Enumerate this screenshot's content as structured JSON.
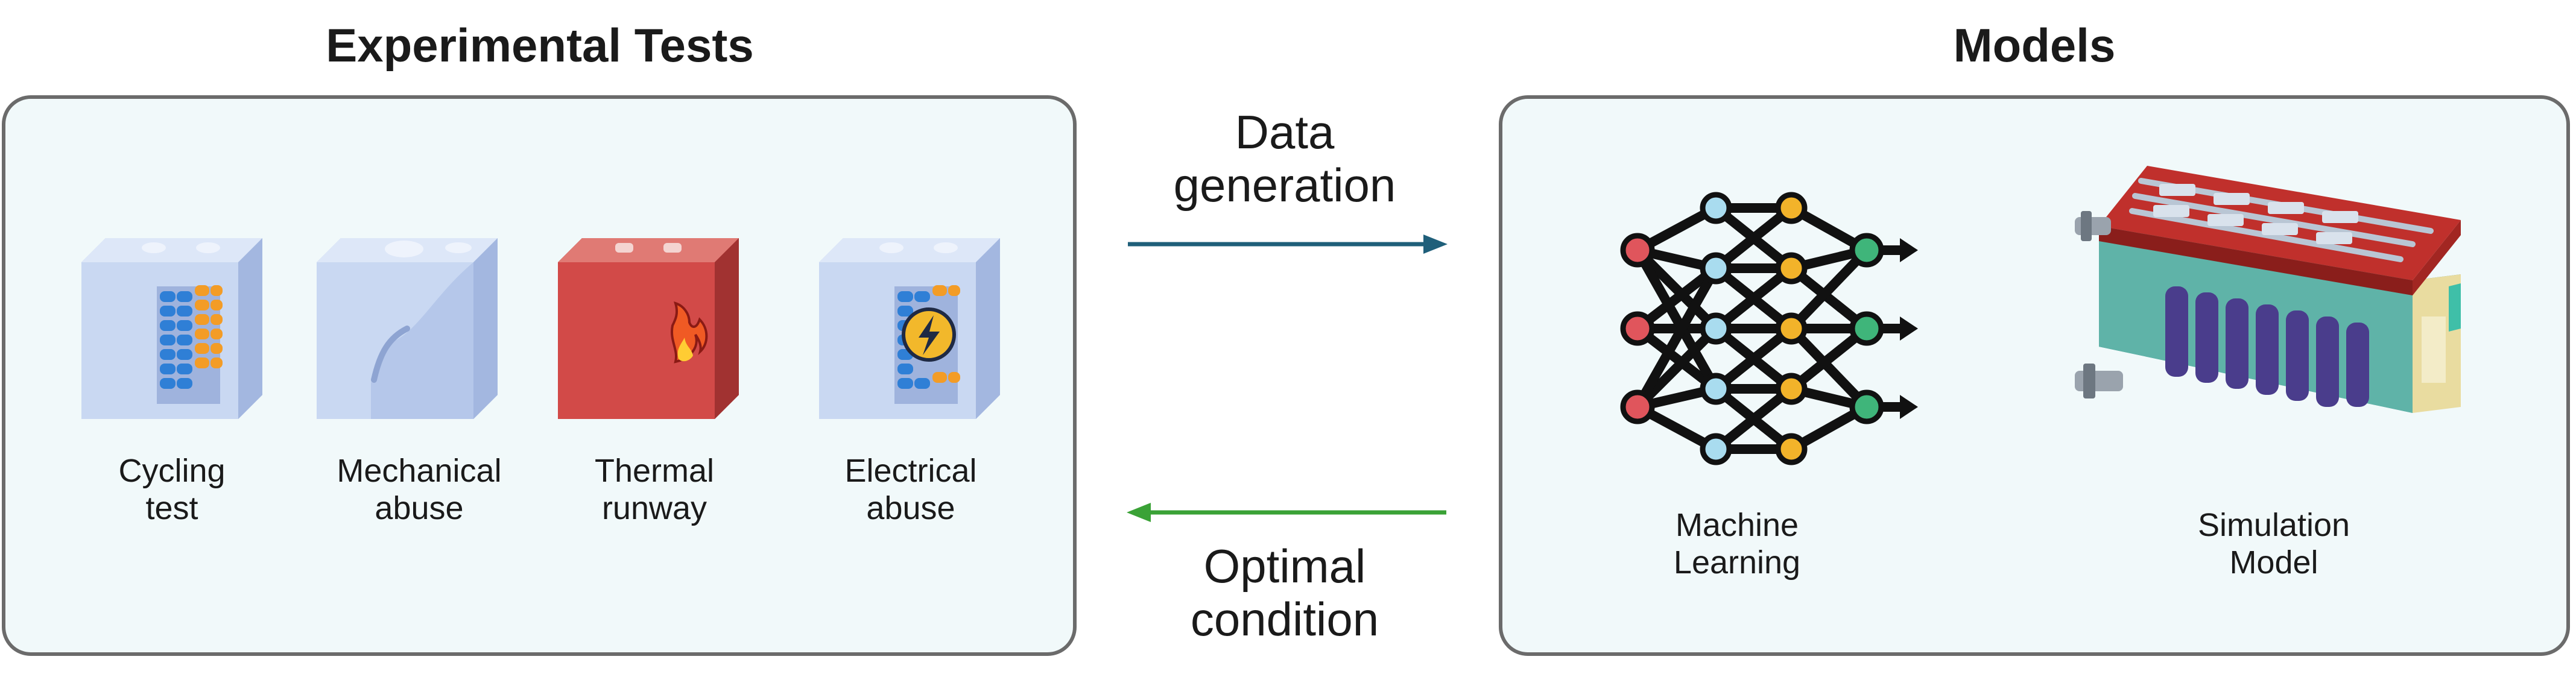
{
  "left_section": {
    "title": "Experimental Tests",
    "items": [
      {
        "line1": "Cycling",
        "line2": "test"
      },
      {
        "line1": "Mechanical",
        "line2": "abuse"
      },
      {
        "line1": "Thermal",
        "line2": "runway"
      },
      {
        "line1": "Electrical",
        "line2": "abuse"
      }
    ]
  },
  "right_section": {
    "title": "Models",
    "items": [
      {
        "line1": "Machine",
        "line2": "Learning"
      },
      {
        "line1": "Simulation",
        "line2": "Model"
      }
    ]
  },
  "arrows": {
    "top": {
      "line1": "Data",
      "line2": "generation",
      "color": "#1f5f7a"
    },
    "bottom": {
      "line1": "Optimal",
      "line2": "condition",
      "color": "#3aa236"
    }
  },
  "colors": {
    "panel_border": "#6b6b6b",
    "panel_fill": "#f1f9fa",
    "cell_blue": "#2f7fd6",
    "cell_orange": "#f39c26",
    "block_blue": "#c9d8f2",
    "block_red": "#d24a48",
    "nn_red": "#e0555c",
    "nn_lightblue": "#a9dcef",
    "nn_yellow": "#f2b32a",
    "nn_green": "#3fb57a"
  },
  "icons": [
    "cells-block-icon",
    "dented-block-icon",
    "fire-icon",
    "lightning-icon",
    "neural-network-icon",
    "battery-pack-icon"
  ]
}
